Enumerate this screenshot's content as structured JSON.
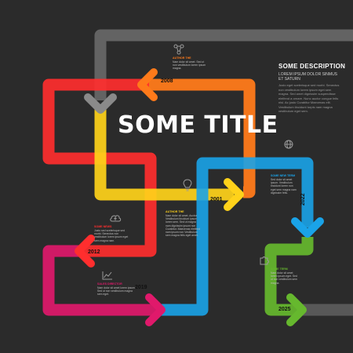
{
  "title": "SOME TITLE",
  "description": {
    "heading": "SOME DESCRIPTION",
    "subheading": "LOREM IPSUM DOLOR SINMUS ET SATURN",
    "body": "Justo eget scelerisque sed morbi. Senectus non vestibulum lorem ipsum eget sem magna. Sed amet dignissim suspendisse eleifend a ornare. Nunc auctor congue felis nisi. Ac justo Curabitur Maecenas elit. Vestibulum tincidunt turpis nam magna vestibulum eget sem."
  },
  "milestones": [
    {
      "year": "2008",
      "heading": "AUTHOR THE",
      "text": "Nam dolor sit amet. Sed ut non vestibulum lorem ipsum magna.",
      "color": "#ff7a1a",
      "icon": "network-icon"
    },
    {
      "year": "2001",
      "heading": "AUTHOR THE",
      "text": "Nam dolor sit amet. Auctor Vestibulum tincidunt ipsum lorem sem. Sed ut magna nam dignissim ipsum non Curabitur. Maecenas eleifend nam ipsum non Vestibulum sem magna felis eget amet.",
      "color": "#ffd21a",
      "icon": "lightbulb-icon"
    },
    {
      "year": "2012",
      "heading": "SOME NEWS",
      "text": "Justo sed scelerisque sed morbi. Senectus non vestibulum lorem ipsum eget sem magna nam.",
      "color": "#ff2e2e",
      "icon": "cloud-upload-icon"
    },
    {
      "year": "2019",
      "heading": "SALES DIRECTOR",
      "text": "Nam dolor sit amet lorem ipsum. Sed ut non vestibulum magna sem eget.",
      "color": "#e0196b",
      "icon": "chart-icon"
    },
    {
      "year": "2022",
      "heading": "SOME NEW TERM",
      "text": "Sed dolor sit amet ipsum. Vestibulum tincidunt lorem non eget sem magna nam dignissim felis.",
      "color": "#1aa3e8",
      "icon": "globe-icon"
    },
    {
      "year": "2025",
      "heading": "SOME TERM",
      "text": "Nam dolor sit amet lorem ipsum eget. Sed ut non vestibulum sem magna.",
      "color": "#66b82e",
      "icon": "puzzle-icon"
    }
  ]
}
